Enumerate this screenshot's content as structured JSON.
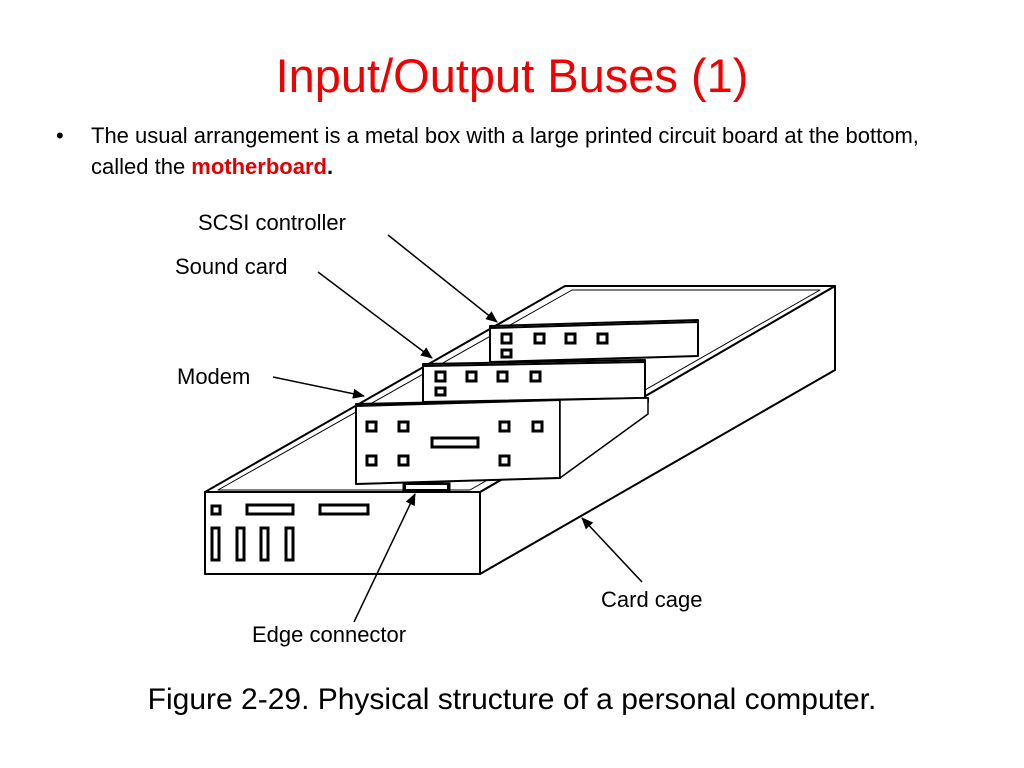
{
  "slide": {
    "title": "Input/Output Buses (1)",
    "bullet_marker": "•",
    "bullet_text_before": "The usual arrangement is a metal box with a large printed circuit board at the bottom, called the ",
    "bullet_emphasis": "motherboard",
    "bullet_text_after": ".",
    "caption": "Figure 2-29. Physical structure of a personal computer.",
    "emphasis_color": "#e00000",
    "title_color": "#f00000"
  },
  "diagram": {
    "labels": {
      "scsi_controller": "SCSI controller",
      "sound_card": "Sound card",
      "modem": "Modem",
      "card_cage": "Card cage",
      "edge_connector": "Edge connector"
    }
  }
}
